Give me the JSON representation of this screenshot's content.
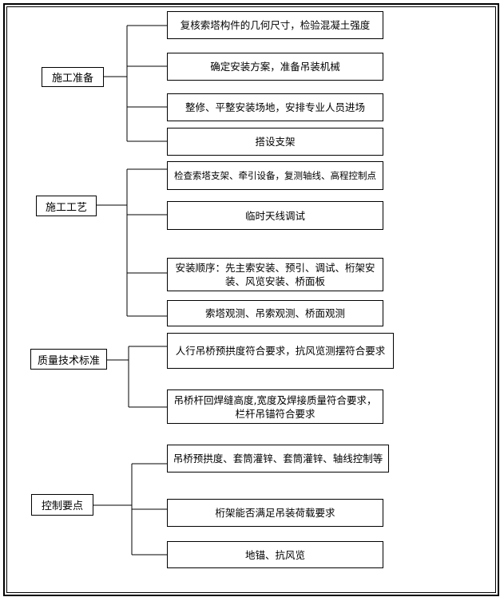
{
  "sections": [
    {
      "category": "施工准备",
      "items": [
        "复核索塔构件的几何尺寸，检验混凝土强度",
        "确定安装方案，准备吊装机械",
        "整修、平整安装场地，安排专业人员进场",
        "搭设支架"
      ]
    },
    {
      "category": "施工工艺",
      "items": [
        "检查索塔支架、牵引设备，复测轴线、高程控制点",
        "临时天线调试",
        "安装顺序：先主索安装、预引、调试、桁架安装、风览安装、桥面板",
        "索塔观测、吊索观测、桥面观测"
      ]
    },
    {
      "category": "质量技术标准",
      "items": [
        "人行吊桥预拱度符合要求，抗风览测摆符合要求",
        "吊桥杆回焊缝高度,宽度及焊接质量符合要求，栏杆吊锚符合要求"
      ]
    },
    {
      "category": "控制要点",
      "items": [
        "吊桥预拱度、套筒灌锌、套筒灌锌、轴线控制等",
        "桁架能否满足吊装荷载要求",
        "地锚、抗风览"
      ]
    }
  ]
}
